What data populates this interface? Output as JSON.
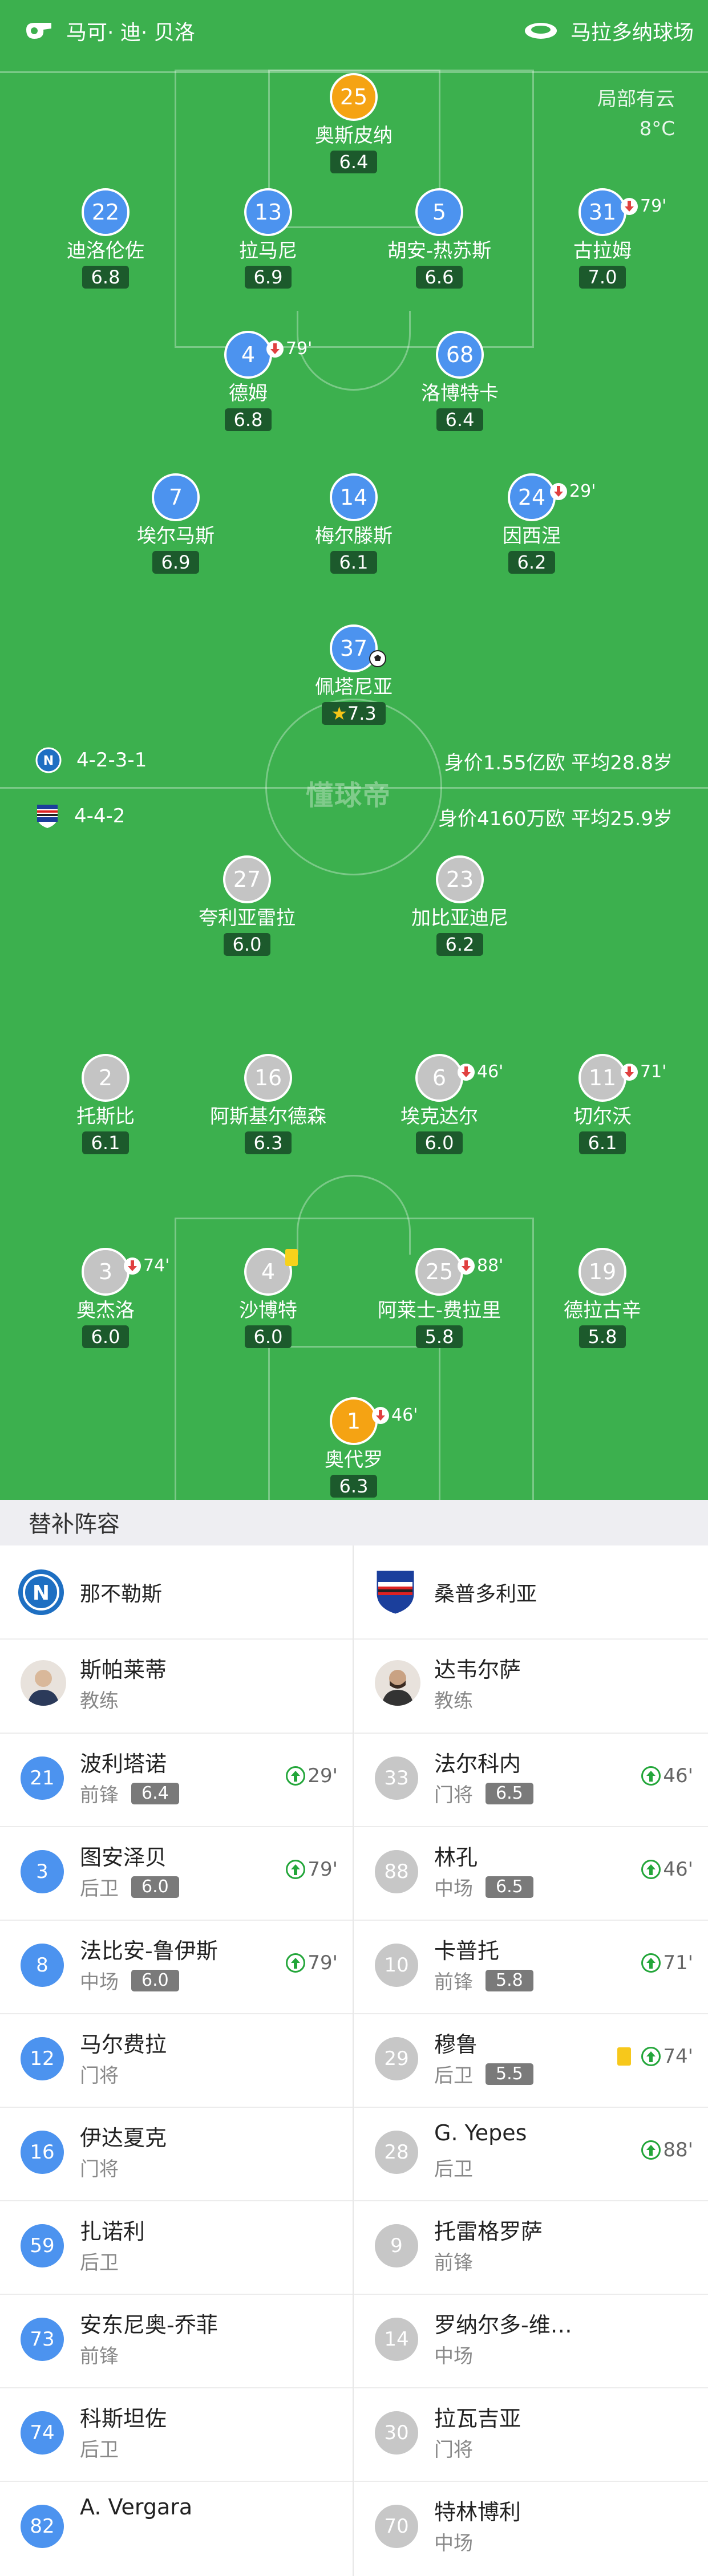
{
  "topbar": {
    "referee": "马可· 迪· 贝洛",
    "stadium": "马拉多纳球场"
  },
  "weather": {
    "condition": "局部有云",
    "temperature": "8°C"
  },
  "watermark": "懂球帝",
  "home": {
    "name": "那不勒斯",
    "formation": "4-2-3-1",
    "stats": "身价1.55亿欧  平均28.8岁",
    "color": "#4c93ef",
    "players": [
      {
        "num": "25",
        "name": "奥斯皮纳",
        "rating": "6.4",
        "gk": true
      },
      {
        "num": "22",
        "name": "迪洛伦佐",
        "rating": "6.8"
      },
      {
        "num": "13",
        "name": "拉马尼",
        "rating": "6.9"
      },
      {
        "num": "5",
        "name": "胡安-热苏斯",
        "rating": "6.6"
      },
      {
        "num": "31",
        "name": "古拉姆",
        "rating": "7.0",
        "sub_off": "79'"
      },
      {
        "num": "4",
        "name": "德姆",
        "rating": "6.8",
        "sub_off": "79'"
      },
      {
        "num": "68",
        "name": "洛博特卡",
        "rating": "6.4"
      },
      {
        "num": "7",
        "name": "埃尔马斯",
        "rating": "6.9"
      },
      {
        "num": "14",
        "name": "梅尔滕斯",
        "rating": "6.1"
      },
      {
        "num": "24",
        "name": "因西涅",
        "rating": "6.2",
        "sub_off": "29'"
      },
      {
        "num": "37",
        "name": "佩塔尼亚",
        "rating": "7.3",
        "star": true,
        "goal": true
      }
    ]
  },
  "away": {
    "name": "桑普多利亚",
    "formation": "4-4-2",
    "stats": "身价4160万欧  平均25.9岁",
    "players": [
      {
        "num": "27",
        "name": "夸利亚雷拉",
        "rating": "6.0"
      },
      {
        "num": "23",
        "name": "加比亚迪尼",
        "rating": "6.2"
      },
      {
        "num": "2",
        "name": "托斯比",
        "rating": "6.1"
      },
      {
        "num": "16",
        "name": "阿斯基尔德森",
        "rating": "6.3"
      },
      {
        "num": "6",
        "name": "埃克达尔",
        "rating": "6.0",
        "sub_off": "46'"
      },
      {
        "num": "11",
        "name": "切尔沃",
        "rating": "6.1",
        "sub_off": "71'"
      },
      {
        "num": "3",
        "name": "奥杰洛",
        "rating": "6.0",
        "sub_off": "74'"
      },
      {
        "num": "4",
        "name": "沙博特",
        "rating": "6.0",
        "yellow": true
      },
      {
        "num": "25",
        "name": "阿莱士-费拉里",
        "rating": "5.8",
        "sub_off": "88'"
      },
      {
        "num": "19",
        "name": "德拉古辛",
        "rating": "5.8"
      },
      {
        "num": "1",
        "name": "奥代罗",
        "rating": "6.3",
        "gk": true,
        "sub_off": "46'"
      }
    ]
  },
  "subs": {
    "title": "替补阵容",
    "home_coach": {
      "name": "斯帕莱蒂",
      "role": "教练"
    },
    "away_coach": {
      "name": "达韦尔萨",
      "role": "教练"
    },
    "home": [
      {
        "num": "21",
        "name": "波利塔诺",
        "pos": "前锋",
        "rating": "6.4",
        "minute": "29'"
      },
      {
        "num": "3",
        "name": "图安泽贝",
        "pos": "后卫",
        "rating": "6.0",
        "minute": "79'"
      },
      {
        "num": "8",
        "name": "法比安-鲁伊斯",
        "pos": "中场",
        "rating": "6.0",
        "minute": "79'"
      },
      {
        "num": "12",
        "name": "马尔费拉",
        "pos": "门将"
      },
      {
        "num": "16",
        "name": "伊达夏克",
        "pos": "门将"
      },
      {
        "num": "59",
        "name": "扎诺利",
        "pos": "后卫"
      },
      {
        "num": "73",
        "name": "安东尼奥-乔菲",
        "pos": "前锋"
      },
      {
        "num": "74",
        "name": "科斯坦佐",
        "pos": "后卫"
      },
      {
        "num": "82",
        "name": "A. Vergara",
        "pos": ""
      }
    ],
    "away": [
      {
        "num": "33",
        "name": "法尔科内",
        "pos": "门将",
        "rating": "6.5",
        "minute": "46'"
      },
      {
        "num": "88",
        "name": "林孔",
        "pos": "中场",
        "rating": "6.5",
        "minute": "46'"
      },
      {
        "num": "10",
        "name": "卡普托",
        "pos": "前锋",
        "rating": "5.8",
        "minute": "71'"
      },
      {
        "num": "29",
        "name": "穆鲁",
        "pos": "后卫",
        "rating": "5.5",
        "minute": "74'",
        "yellow": true
      },
      {
        "num": "28",
        "name": "G. Yepes",
        "pos": "后卫",
        "minute": "88'"
      },
      {
        "num": "9",
        "name": "托雷格罗萨",
        "pos": "前锋"
      },
      {
        "num": "14",
        "name": "罗纳尔多-维…",
        "pos": "中场"
      },
      {
        "num": "30",
        "name": "拉瓦吉亚",
        "pos": "门将"
      },
      {
        "num": "70",
        "name": "特林博利",
        "pos": "中场"
      }
    ]
  }
}
